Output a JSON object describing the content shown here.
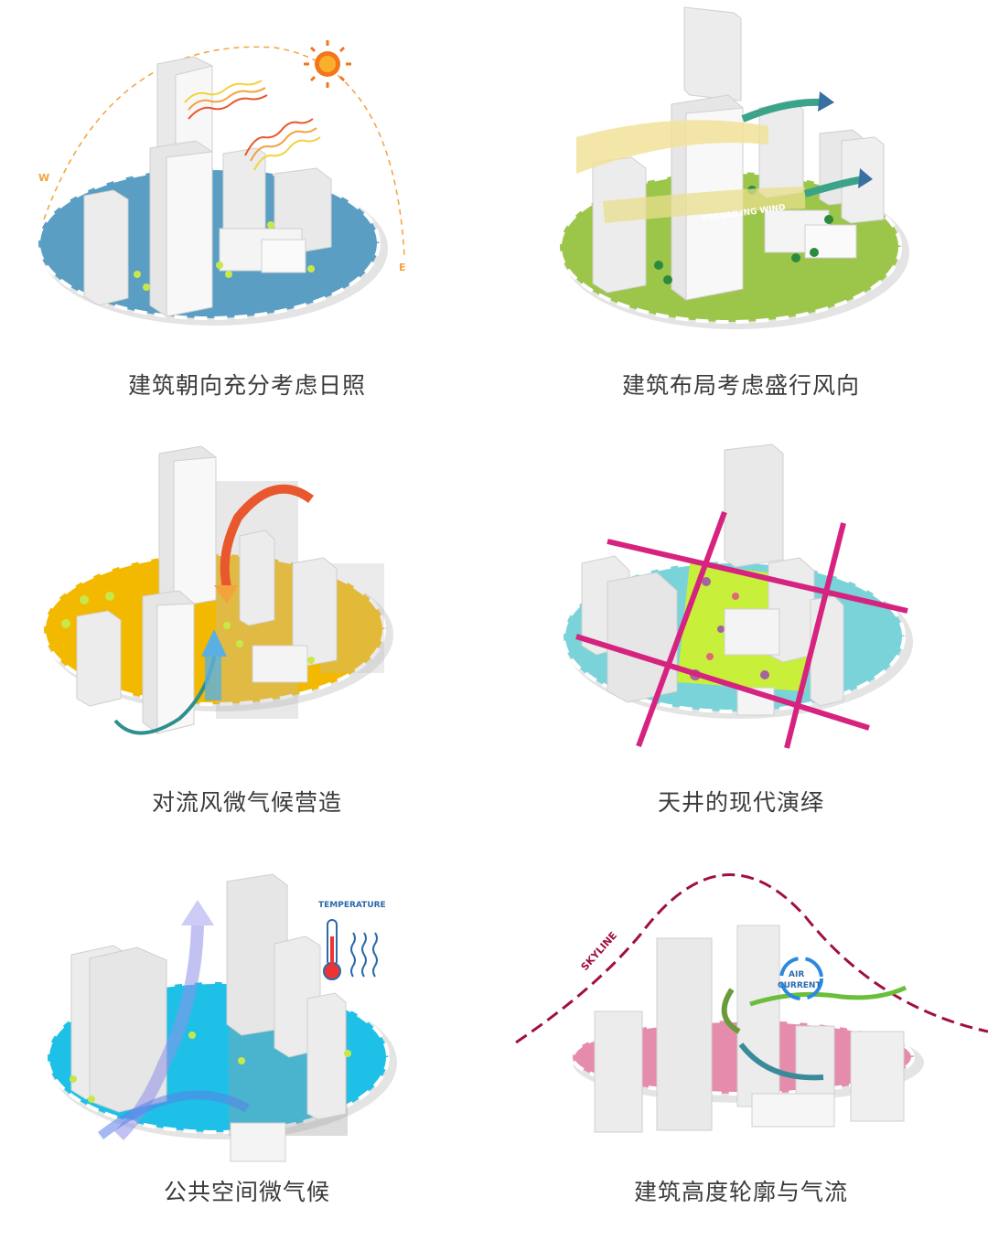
{
  "panels": [
    {
      "id": "sunlight",
      "caption": "建筑朝向充分考虑日照",
      "base_color": "#5a9fc3",
      "labels": {
        "west": "W",
        "east": "E"
      }
    },
    {
      "id": "wind",
      "caption": "建筑布局考虑盛行风向",
      "base_color": "#9cc64a",
      "labels": {
        "wind": "PREVAILING WIND"
      }
    },
    {
      "id": "convection",
      "caption": "对流风微气候营造",
      "base_color": "#f3b800"
    },
    {
      "id": "courtyard",
      "caption": "天井的现代演绎",
      "base_color": "#7ad3d8"
    },
    {
      "id": "public",
      "caption": "公共空间微气候",
      "base_color": "#1fc0e8",
      "labels": {
        "temperature": "TEMPERATURE"
      }
    },
    {
      "id": "skyline",
      "caption": "建筑高度轮廓与气流",
      "base_color": "#e58cad",
      "labels": {
        "skyline": "SKYLINE",
        "air1": "AIR",
        "air2": "CURRENT"
      }
    }
  ]
}
